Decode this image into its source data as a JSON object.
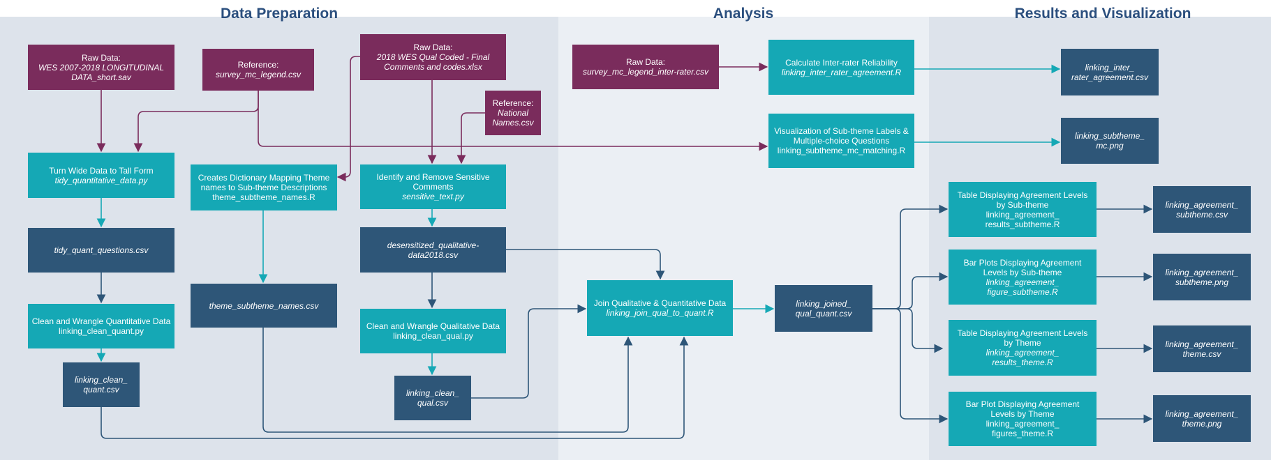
{
  "lanes": {
    "prep": "Data Preparation",
    "analysis": "Analysis",
    "results": "Results and Visualization"
  },
  "nodes": {
    "raw_wes_long": {
      "line1": "Raw Data:",
      "line2": "WES 2007-2018 LONGITUDINAL",
      "line3": "DATA_short.sav"
    },
    "ref_mc_legend": {
      "line1": "Reference:",
      "line2": "survey_mc_legend.csv"
    },
    "raw_qual_coded": {
      "line1": "Raw Data:",
      "line2": "2018 WES Qual Coded - Final",
      "line3": "Comments and codes.xlsx"
    },
    "ref_national": {
      "line1": "Reference:",
      "line2": "National",
      "line3": "Names.csv"
    },
    "wide_to_tall": {
      "line1": "Turn Wide Data to Tall Form",
      "line2": "tidy_quantitative_data.py"
    },
    "dict_mapping": {
      "line1": "Creates Dictionary Mapping Theme",
      "line2": "names to Sub-theme Descriptions",
      "line3": "theme_subtheme_names.R"
    },
    "remove_sensitive": {
      "line1": "Identify and Remove Sensitive",
      "line2": "Comments",
      "line3": "sensitive_text.py"
    },
    "tidy_quant_questions": {
      "line1": "tidy_quant_questions.csv"
    },
    "desensitized": {
      "line1": "desensitized_qualitative-",
      "line2": "data2018.csv"
    },
    "theme_subtheme_names": {
      "line1": "theme_subtheme_names.csv"
    },
    "clean_quant": {
      "line1": "Clean and Wrangle Quantitative Data",
      "line2": "linking_clean_quant.py"
    },
    "clean_qual": {
      "line1": "Clean and Wrangle Qualitative Data",
      "line2": "linking_clean_qual.py"
    },
    "linking_clean_quant_csv": {
      "line1": "linking_clean_",
      "line2": "quant.csv"
    },
    "linking_clean_qual_csv": {
      "line1": "linking_clean_",
      "line2": "qual.csv"
    },
    "raw_inter_rater": {
      "line1": "Raw Data:",
      "line2": "survey_mc_legend_inter-rater.csv"
    },
    "calc_irr": {
      "line1": "Calculate Inter-rater Reliability",
      "line2": "linking_inter_rater_agreement.R"
    },
    "viz_subtheme": {
      "line1": "Visualization of Sub-theme Labels &",
      "line2": "Multiple-choice Questions",
      "line3": "linking_subtheme_mc_matching.R"
    },
    "join": {
      "line1": "Join Qualitative & Quantitative Data",
      "line2": "linking_join_qual_to_quant.R"
    },
    "joined_csv": {
      "line1": "linking_joined_",
      "line2": "qual_quant.csv"
    },
    "irr_csv": {
      "line1": "linking_inter_",
      "line2": "rater_agreement.csv"
    },
    "subtheme_mc_png": {
      "line1": "linking_subtheme_",
      "line2": "mc.png"
    },
    "table_subtheme": {
      "line1": "Table Displaying Agreement Levels",
      "line2": "by Sub-theme",
      "line3": "linking_agreement_",
      "line4": "results_subtheme.R"
    },
    "bar_subtheme": {
      "line1": "Bar Plots Displaying Agreement",
      "line2": "Levels by Sub-theme",
      "line3": "linking_agreement_",
      "line4": "figure_subtheme.R"
    },
    "table_theme": {
      "line1": "Table Displaying Agreement Levels",
      "line2": "by Theme",
      "line3": "linking_agreement_",
      "line4": "results_theme.R"
    },
    "bar_theme": {
      "line1": "Bar Plot Displaying Agreement",
      "line2": "Levels by Theme",
      "line3": "linking_agreement_",
      "line4": "figures_theme.R"
    },
    "agr_subtheme_csv": {
      "line1": "linking_agreement_",
      "line2": "subtheme.csv"
    },
    "agr_subtheme_png": {
      "line1": "linking_agreement_",
      "line2": "subtheme.png"
    },
    "agr_theme_csv": {
      "line1": "linking_agreement_",
      "line2": "theme.csv"
    },
    "agr_theme_png": {
      "line1": "linking_agreement_",
      "line2": "theme.png"
    }
  },
  "colors": {
    "raw_reference": "#7a2c5c",
    "process": "#15a8b5",
    "file_output": "#2e5678",
    "lane_prep_bg": "#dde3eb",
    "lane_analysis_bg": "#ebeff4",
    "lane_results_bg": "#dde3eb",
    "lane_title": "#2b4f7e"
  }
}
